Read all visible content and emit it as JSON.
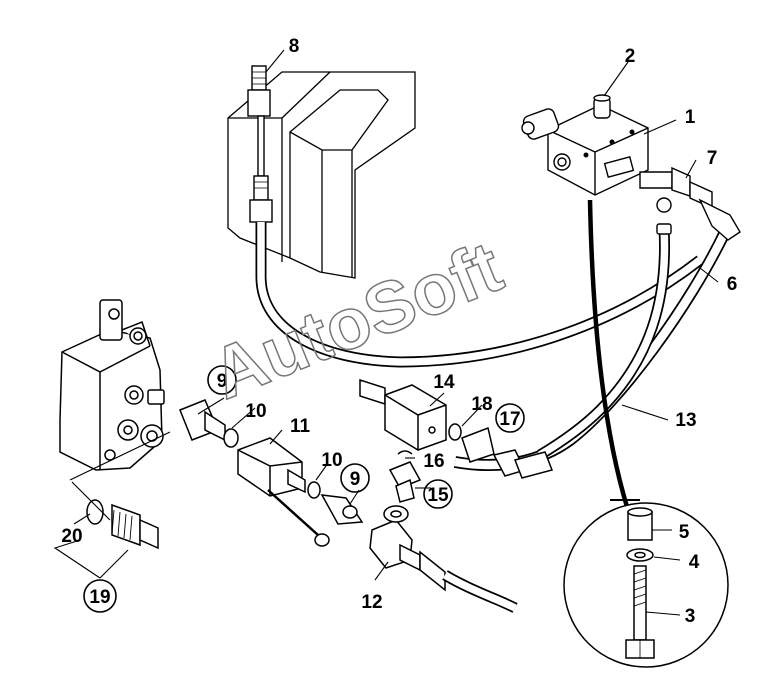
{
  "diagram": {
    "watermark": "AutoSoft",
    "callouts": [
      {
        "id": "c1",
        "label": "1"
      },
      {
        "id": "c2",
        "label": "2"
      },
      {
        "id": "c3",
        "label": "3"
      },
      {
        "id": "c4",
        "label": "4"
      },
      {
        "id": "c5",
        "label": "5"
      },
      {
        "id": "c6",
        "label": "6"
      },
      {
        "id": "c7",
        "label": "7"
      },
      {
        "id": "c8",
        "label": "8"
      },
      {
        "id": "c9a",
        "label": "9"
      },
      {
        "id": "c9b",
        "label": "9"
      },
      {
        "id": "c10a",
        "label": "10"
      },
      {
        "id": "c10b",
        "label": "10"
      },
      {
        "id": "c11",
        "label": "11"
      },
      {
        "id": "c12",
        "label": "12"
      },
      {
        "id": "c13",
        "label": "13"
      },
      {
        "id": "c14",
        "label": "14"
      },
      {
        "id": "c15",
        "label": "15"
      },
      {
        "id": "c16",
        "label": "16"
      },
      {
        "id": "c17",
        "label": "17"
      },
      {
        "id": "c18",
        "label": "18"
      },
      {
        "id": "c19",
        "label": "19"
      },
      {
        "id": "c20",
        "label": "20"
      }
    ]
  }
}
